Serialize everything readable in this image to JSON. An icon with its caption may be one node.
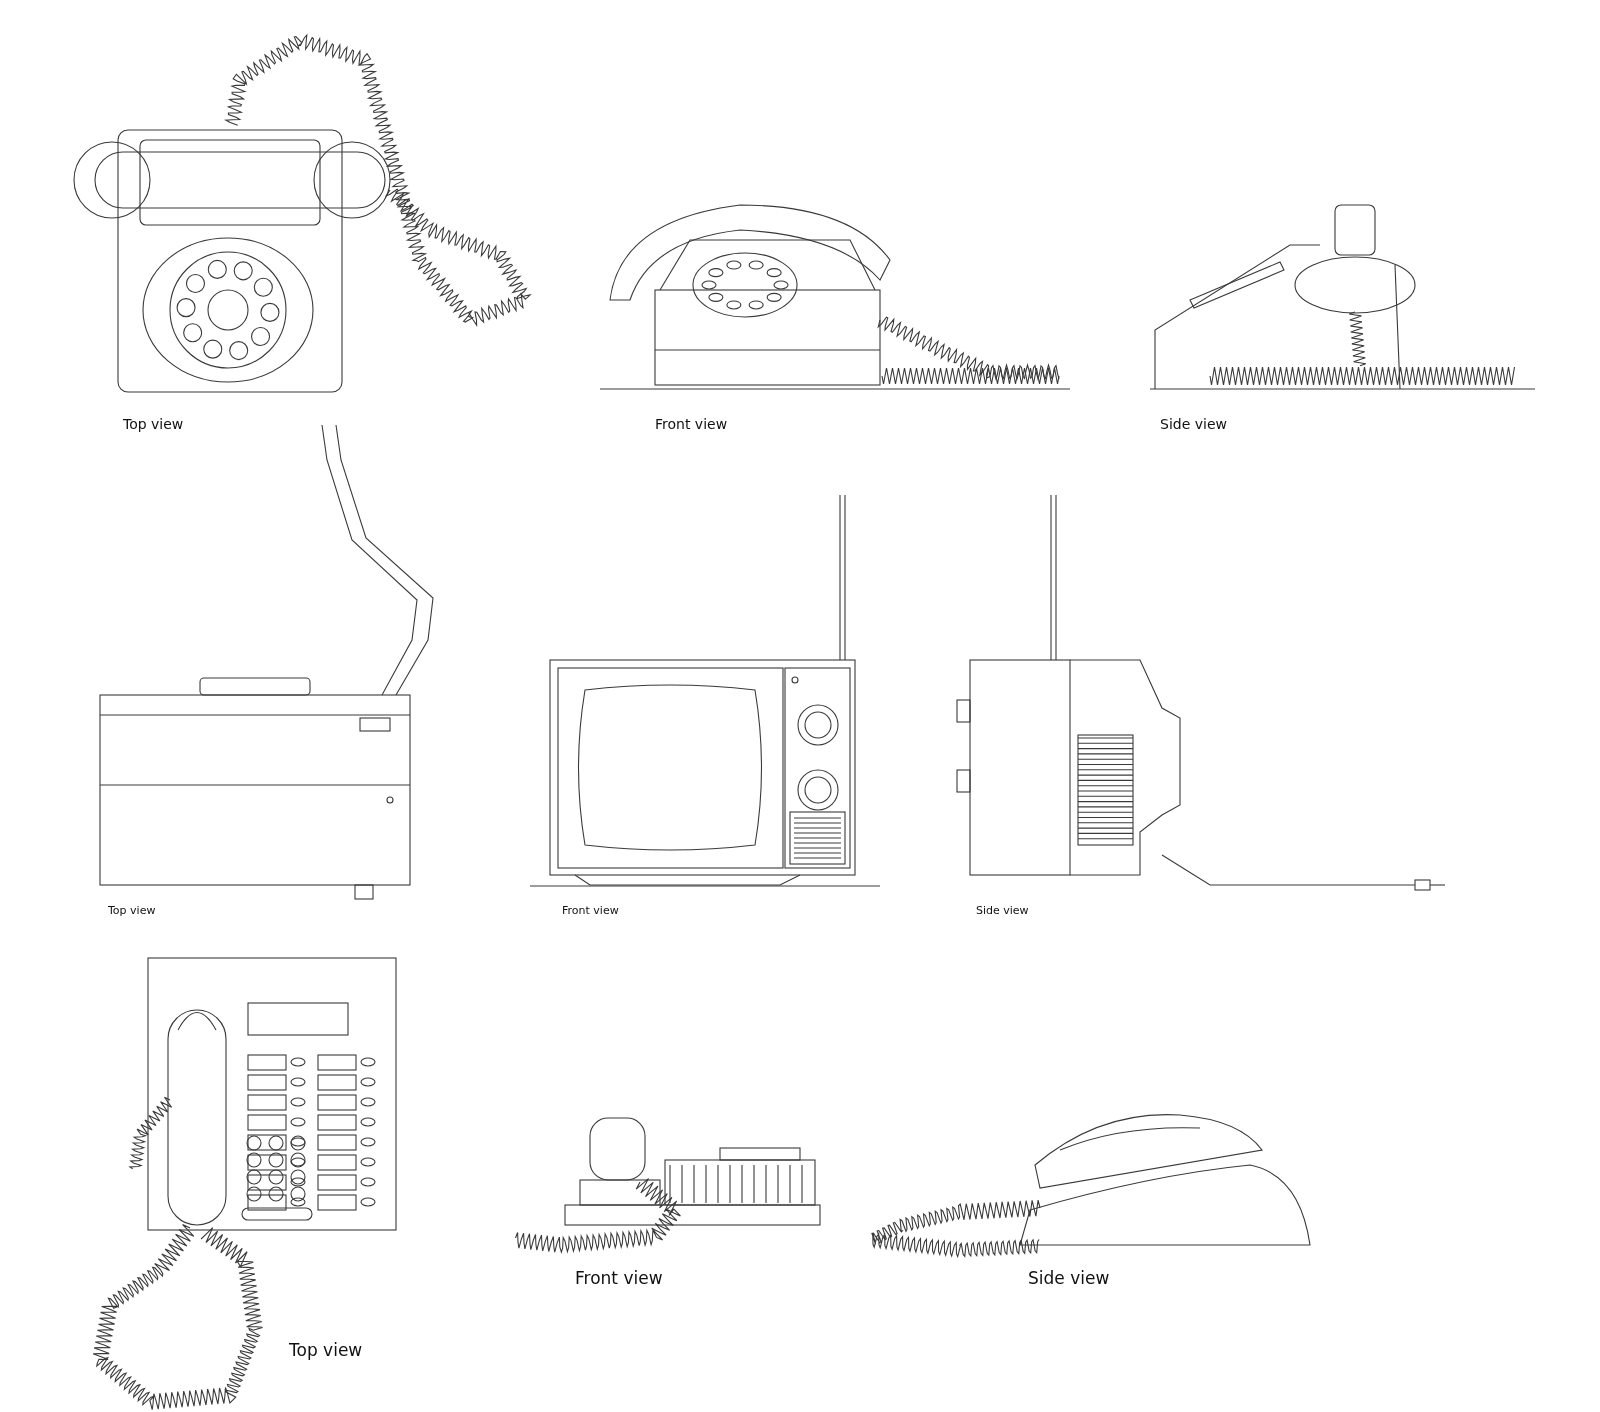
{
  "diagram": {
    "labels": [
      "Top view",
      "Front view",
      "Side view",
      "Top view",
      "Front view",
      "Side view",
      "Front view",
      "Side view",
      "Top view"
    ]
  }
}
